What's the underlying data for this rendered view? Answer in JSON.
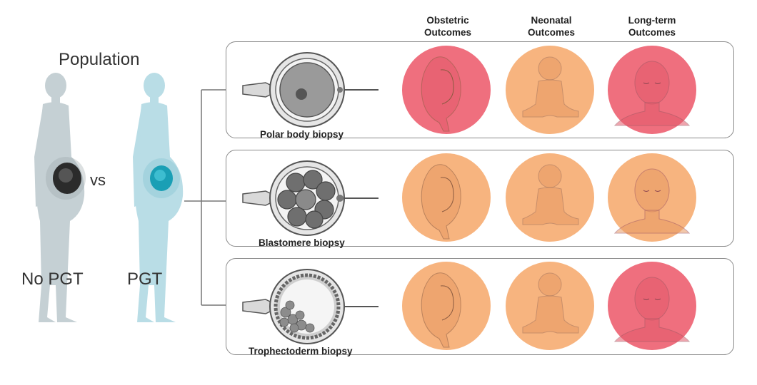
{
  "population": {
    "title": "Population",
    "vs_label": "vs",
    "groups": [
      {
        "label": "No PGT",
        "figure": "pregnant-woman-gray",
        "color": "#c5d0d4"
      },
      {
        "label": "PGT",
        "figure": "pregnant-woman-teal",
        "color": "#b9dde6"
      }
    ]
  },
  "columns": {
    "obstetric": [
      "Obstetric",
      "Outcomes"
    ],
    "neonatal": [
      "Neonatal",
      "Outcomes"
    ],
    "longterm": [
      "Long-term",
      "Outcomes"
    ]
  },
  "rows": [
    {
      "biopsy": "Polar body biopsy",
      "embryo": "oocyte-with-polar-body",
      "outcomes": {
        "obstetric": "red",
        "neonatal": "orange",
        "longterm": "red"
      }
    },
    {
      "biopsy": "Blastomere biopsy",
      "embryo": "cleavage-stage-embryo",
      "outcomes": {
        "obstetric": "orange",
        "neonatal": "orange",
        "longterm": "orange"
      }
    },
    {
      "biopsy": "Trophectoderm biopsy",
      "embryo": "blastocyst",
      "outcomes": {
        "obstetric": "orange",
        "neonatal": "orange",
        "longterm": "red"
      }
    }
  ],
  "colors": {
    "red": "#ef6f7e",
    "orange": "#f7b47f",
    "gray_figure": "#c5d0d4",
    "teal_figure": "#b9dde6",
    "box_border": "#8a8a8a"
  }
}
